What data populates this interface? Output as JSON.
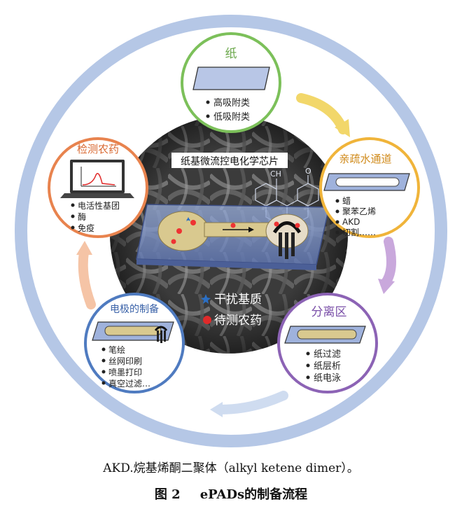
{
  "center": {
    "chip_title": "纸基微流控电化学芯片",
    "molecule_label_left": "CH",
    "molecule_label_right": "O",
    "legend": [
      {
        "label": "干扰基质",
        "marker": "blue-star"
      },
      {
        "label": "待测农药",
        "marker": "red-dot"
      }
    ]
  },
  "stages": [
    {
      "id": "paper",
      "title": "纸",
      "items": [
        "高吸附类",
        "低吸附类"
      ],
      "color": "#7cc05a"
    },
    {
      "id": "channel",
      "title": "亲疏水通道",
      "items": [
        "蜡",
        "聚苯乙烯",
        "AKD",
        "切割……"
      ],
      "color": "#f0b43a"
    },
    {
      "id": "separation",
      "title": "分离区",
      "items": [
        "纸过滤",
        "纸层析",
        "纸电泳"
      ],
      "color": "#8c63b5"
    },
    {
      "id": "electrode",
      "title": "电极的制备",
      "items": [
        "笔绘",
        "丝网印刷",
        "喷墨打印",
        "真空过滤…"
      ],
      "color": "#4f7bc0"
    },
    {
      "id": "detection",
      "title": "检测农药",
      "items": [
        "电活性基团",
        "酶",
        "免疫"
      ],
      "color": "#e8834e"
    }
  ],
  "colors": {
    "ring": "#b5c7e6",
    "background_disc": "#3a3a3a",
    "chip_glass": "#7f95c9",
    "channel_fill": "#d9c98f"
  },
  "footer": {
    "note": "AKD.烷基烯酮二聚体（alkyl ketene dimer）。",
    "figure_number": "图 2",
    "figure_title": "ePADs的制备流程"
  }
}
